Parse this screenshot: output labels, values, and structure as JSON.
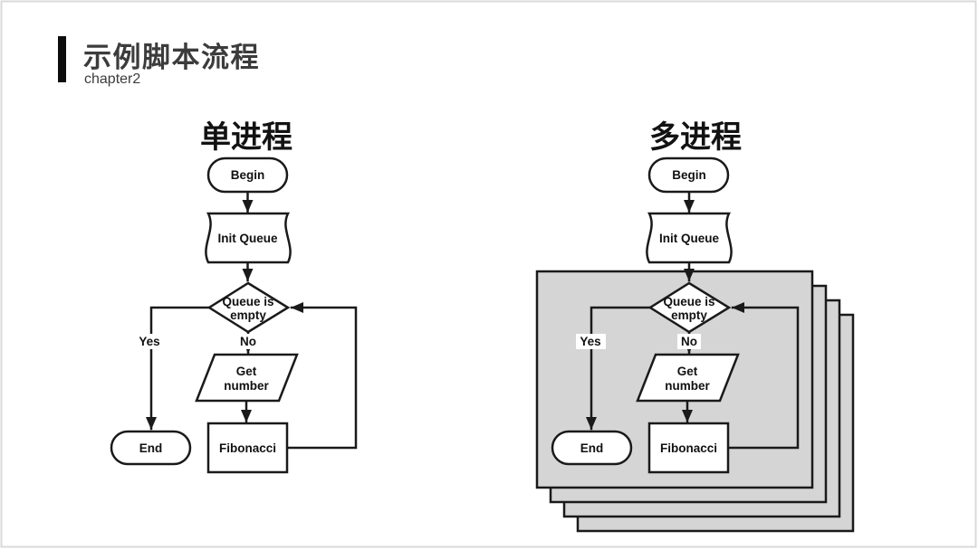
{
  "slide": {
    "background": "#ffffff",
    "frame_color": "#d9d9d9"
  },
  "header": {
    "title": "示例脚本流程",
    "subtitle": "chapter2",
    "title_color": "#3c3c3c",
    "accent_bar_color": "#0d0d0d"
  },
  "diagrams": {
    "single_process": {
      "title": "单进程"
    },
    "multi_process": {
      "title": "多进程",
      "stacked_layers": 4,
      "layer_fill": "#d5d5d5"
    }
  },
  "flowchart": {
    "stroke_color": "#1a1a1a",
    "begin_label": "Begin",
    "init_queue_label": "Init Queue",
    "decision_label_line1": "Queue is",
    "decision_label_line2": "empty",
    "yes_label": "Yes",
    "no_label": "No",
    "get_number_line1": "Get",
    "get_number_line2": "number",
    "fibonacci_label": "Fibonacci",
    "end_label": "End"
  }
}
